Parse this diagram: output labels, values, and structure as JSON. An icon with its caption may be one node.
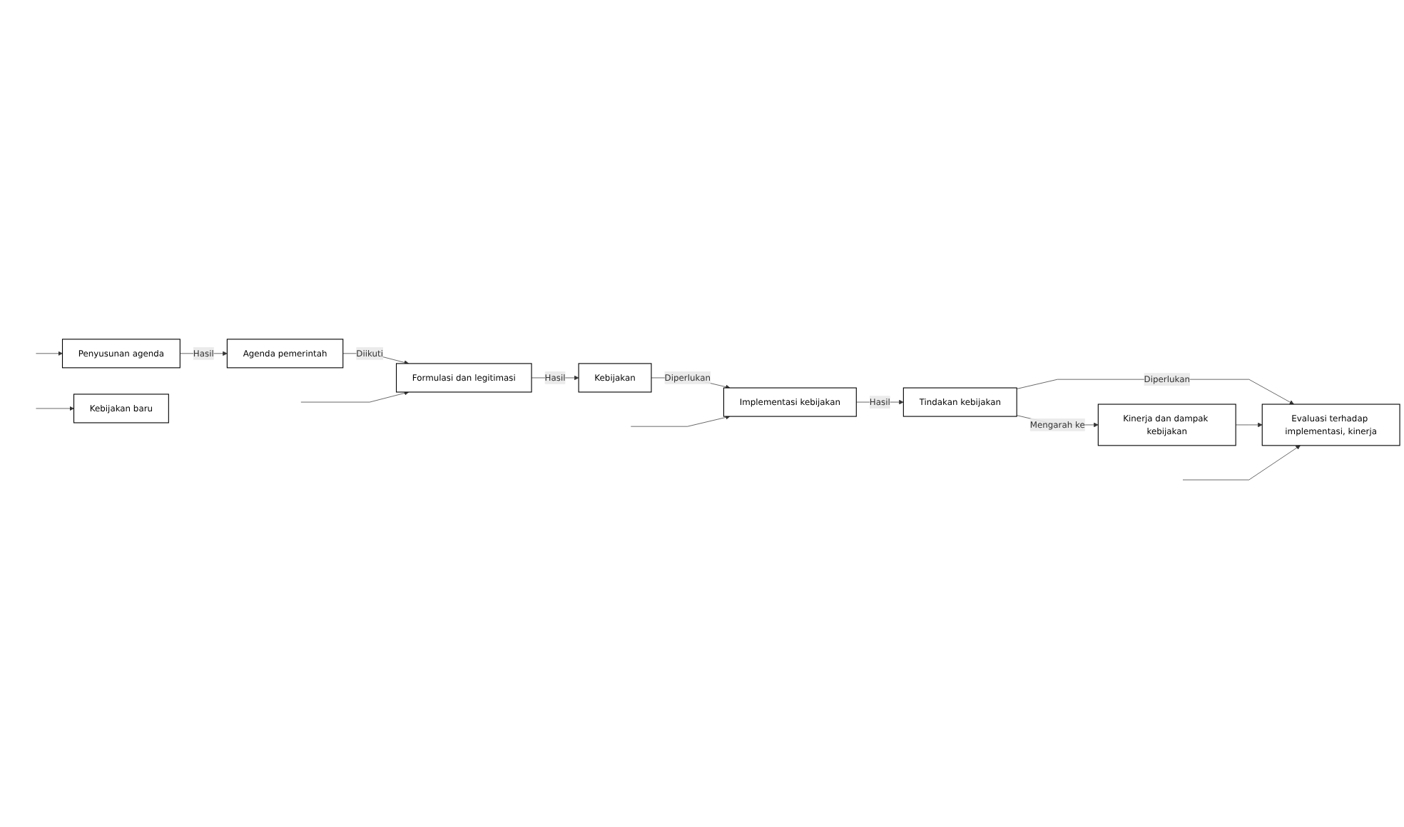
{
  "diagram": {
    "nodes": [
      {
        "text": [
          "Penyusunan agenda"
        ]
      },
      {
        "text": [
          "Agenda pemerintah"
        ]
      },
      {
        "text": [
          "Formulasi dan legitimasi"
        ]
      },
      {
        "text": [
          "Kebijakan"
        ]
      },
      {
        "text": [
          "Implementasi kebijakan"
        ]
      },
      {
        "text": [
          "Tindakan kebijakan"
        ]
      },
      {
        "text": [
          "Evaluasi terhadap implementasi, kinerja"
        ]
      },
      {
        "text": [
          "Kinerja dan dampak kebijakan"
        ]
      },
      {
        "text": [
          "Kebijakan baru"
        ]
      }
    ],
    "edges": [
      {
        "from": 0,
        "to": 1,
        "arrow": "to",
        "label": "Hasil"
      },
      {
        "from": 1,
        "to": 2,
        "arrow": "to",
        "label": "Diikuti"
      },
      {
        "from": 2,
        "to": 3,
        "arrow": "to",
        "label": "Hasil"
      },
      {
        "from": 3,
        "to": 4,
        "arrow": "to",
        "label": "Diperlukan"
      },
      {
        "from": 4,
        "to": 5,
        "arrow": "to",
        "label": "Hasil"
      },
      {
        "from": 5,
        "to": 6,
        "arrow": "to",
        "label": "Diperlukan"
      },
      {
        "from": 5,
        "to": 7,
        "arrow": "to",
        "label": "Mengarah ke"
      },
      {
        "from": 7,
        "to": 6,
        "arrow": "to"
      },
      {
        "from": null,
        "to": 0,
        "arrow": "to"
      },
      {
        "from": null,
        "to": 2,
        "arrow": "to"
      },
      {
        "from": null,
        "to": 4,
        "arrow": "to"
      },
      {
        "from": null,
        "to": 6,
        "arrow": "to"
      },
      {
        "from": null,
        "to": 8,
        "arrow": "to"
      }
    ]
  }
}
